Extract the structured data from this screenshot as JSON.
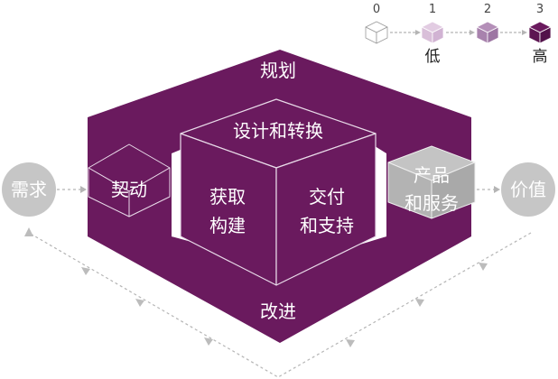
{
  "diagram": {
    "center": {
      "top_label": "规划",
      "cube_top_label": "设计和转换",
      "cube_left_label_line1": "获取",
      "cube_left_label_line2": "构建",
      "cube_right_label_line1": "交付",
      "cube_right_label_line2": "和支持",
      "bottom_label": "改进"
    },
    "engage": {
      "label": "契动"
    },
    "products": {
      "label_line1": "产品",
      "label_line2": "和服务"
    },
    "demand": {
      "label": "需求"
    },
    "value": {
      "label": "价值"
    }
  },
  "legend": {
    "levels": [
      {
        "number": "0",
        "color": "#ffffff",
        "caption": ""
      },
      {
        "number": "1",
        "color": "#e2cce2",
        "caption": "低"
      },
      {
        "number": "2",
        "color": "#b48fb8",
        "caption": ""
      },
      {
        "number": "3",
        "color": "#6a1a5e",
        "caption": "高"
      }
    ]
  },
  "colors": {
    "primary_purple": "#6a1a5e",
    "cube_outline": "#e9dbe9",
    "node_gray": "#c6c6c6",
    "product_gray": "#b7b7b7",
    "connector_gray": "#b5b5b5"
  }
}
